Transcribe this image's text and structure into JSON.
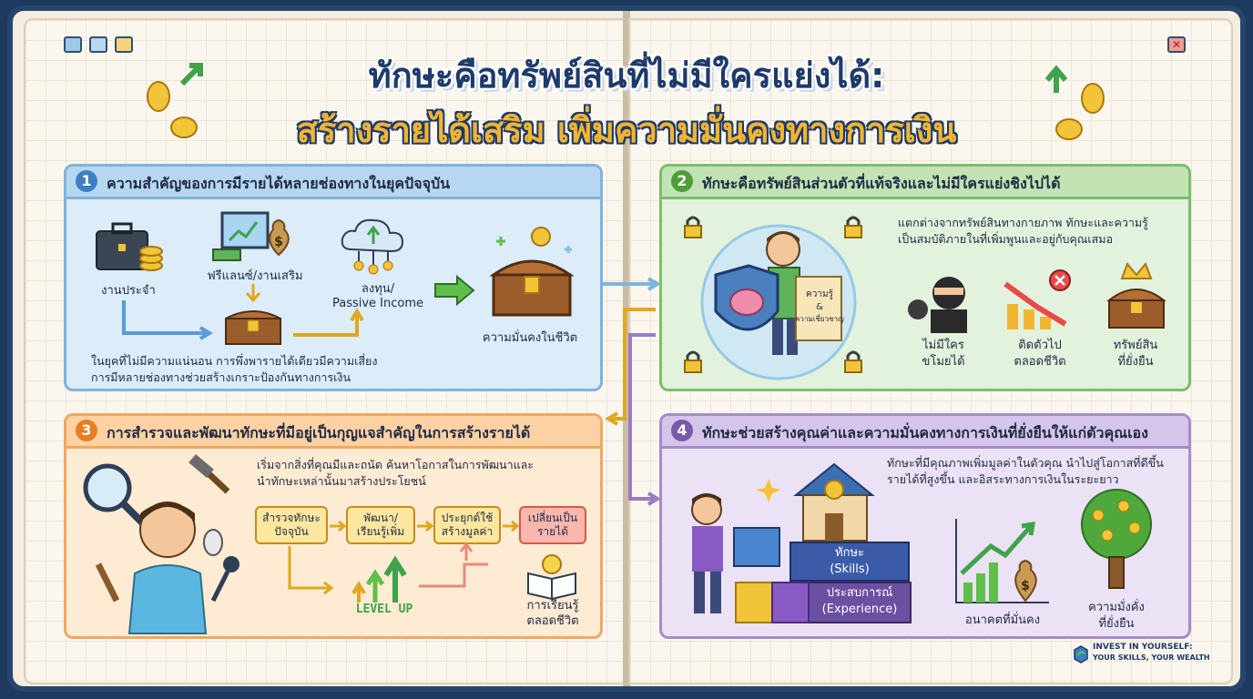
{
  "title": {
    "line1": "ทักษะคือทรัพย์สินที่ไม่มีใครแย่งได้:",
    "line2": "สร้างรายได้เสริม เพิ่มความมั่นคงทางการเงิน"
  },
  "section1": {
    "number": "1",
    "title": "ความสำคัญของการมีรายได้หลายช่องทางในยุคปัจจุบัน",
    "job_label": "งานประจำ",
    "freelance_label": "ฟรีแลนซ์/งานเสริม",
    "invest_label_1": "ลงทุน/",
    "invest_label_2": "Passive Income",
    "stability_label": "ความมั่นคงในชีวิต",
    "desc_line1": "ในยุคที่ไม่มีความแน่นอน การพึ่งพารายได้เดียวมีความเสี่ยง",
    "desc_line2": "การมีหลายช่องทางช่วยสร้างเกราะป้องกันทางการเงิน"
  },
  "section2": {
    "number": "2",
    "title": "ทักษะคือทรัพย์สินส่วนตัวที่แท้จริงและไม่มีใครแย่งชิงไปได้",
    "desc_line1": "แตกต่างจากทรัพย์สินทางกายภาพ ทักษะและความรู้",
    "desc_line2": "เป็นสมบัติภายในที่เพิ่มพูนและอยู่กับคุณเสมอ",
    "scroll_line1": "ความรู้",
    "scroll_line2": "&",
    "scroll_line3": "ความเชี่ยวชาญ",
    "item1_line1": "ไม่มีใคร",
    "item1_line2": "ขโมยได้",
    "item2_line1": "ติดตัวไป",
    "item2_line2": "ตลอดชีวิต",
    "item3_line1": "ทรัพย์สิน",
    "item3_line2": "ที่ยั่งยืน"
  },
  "section3": {
    "number": "3",
    "title": "การสำรวจและพัฒนาทักษะที่มีอยู่เป็นกุญแจสำคัญในการสร้างรายได้",
    "desc_line1": "เริ่มจากสิ่งที่คุณมีและถนัด ค้นหาโอกาสในการพัฒนาและ",
    "desc_line2": "นำทักษะเหล่านั้นมาสร้างประโยชน์",
    "step1_line1": "สำรวจทักษะ",
    "step1_line2": "ปัจจุบัน",
    "step2_line1": "พัฒนา/",
    "step2_line2": "เรียนรู้เพิ่ม",
    "step3_line1": "ประยุกต์ใช้",
    "step3_line2": "สร้างมูลค่า",
    "step4_line1": "เปลี่ยนเป็น",
    "step4_line2": "รายได้",
    "level_up": "LEVEL UP",
    "lifelong_line1": "การเรียนรู้",
    "lifelong_line2": "ตลอดชีวิต"
  },
  "section4": {
    "number": "4",
    "title": "ทักษะช่วยสร้างคุณค่าและความมั่นคงทางการเงินที่ยั่งยืนให้แก่ตัวคุณเอง",
    "desc_line1": "ทักษะที่มีคุณภาพเพิ่มมูลค่าในตัวคุณ นำไปสู่โอกาสที่ดีขึ้น",
    "desc_line2": "รายได้ที่สูงขึ้น และอิสระทางการเงินในระยะยาว",
    "block1_line1": "ทักษะ",
    "block1_line2": "(Skills)",
    "block2_line1": "ประสบการณ์",
    "block2_line2": "(Experience)",
    "future_label": "อนาคตที่มั่นคง",
    "wealth_line1": "ความมั่งคั่ง",
    "wealth_line2": "ที่ยั่งยืน"
  },
  "footer": {
    "line1": "INVEST IN YOURSELF:",
    "line2": "YOUR SKILLS, YOUR WEALTH"
  },
  "colors": {
    "blue_panel": "#dcecf8",
    "green_panel": "#e3f2dc",
    "orange_panel": "#fdebd3",
    "purple_panel": "#ebe2f5",
    "gold": "#f2b531",
    "navy": "#1e3a6a"
  }
}
